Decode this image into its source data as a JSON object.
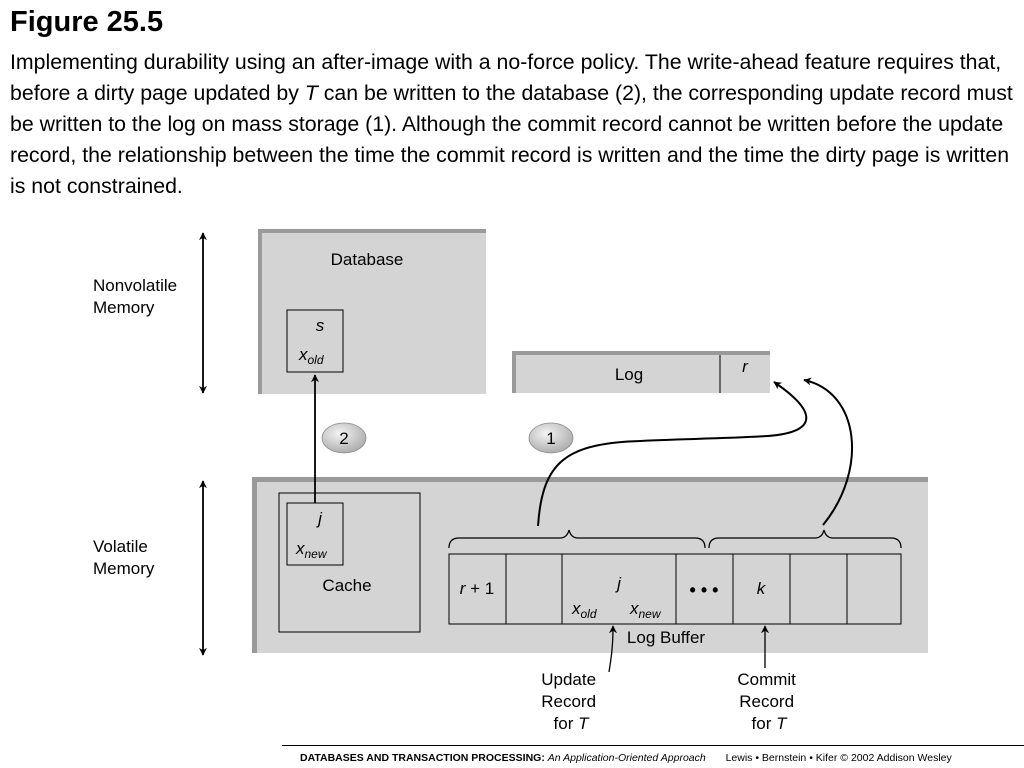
{
  "figure": {
    "title": "Figure 25.5",
    "caption": {
      "part1": "Implementing durability using an after-image with a no-force policy. The write-ahead feature requires that, before a dirty page updated by ",
      "var": "T",
      "part2": " can be written to the database (2), the corresponding update record must be written to the log on mass storage (1). Although the commit record cannot be written before the update record, the relationship between the time the commit record is written and the time the dirty page is written is not constrained."
    }
  },
  "diagram": {
    "nonvolatile_label": [
      "Nonvolatile",
      "Memory"
    ],
    "volatile_label": [
      "Volatile",
      "Memory"
    ],
    "database": {
      "label": "Database",
      "page_name": "s",
      "page_value": {
        "base": "x",
        "sub": "old"
      }
    },
    "log": {
      "label": "Log",
      "last_record": "r"
    },
    "steps": {
      "step1": "1",
      "step2": "2"
    },
    "cache": {
      "label": "Cache",
      "page_name": "j",
      "page_value": {
        "base": "x",
        "sub": "new"
      }
    },
    "log_buffer": {
      "label": "Log Buffer",
      "cell_r1": {
        "var": "r",
        "rest": " + 1"
      },
      "cell_j_name": "j",
      "cell_j_old": {
        "base": "x",
        "sub": "old"
      },
      "cell_j_new": {
        "base": "x",
        "sub": "new"
      },
      "dots": "• • •",
      "cell_k": "k"
    },
    "update_record_label": {
      "line1": "Update",
      "line2": "Record",
      "line3": "for ",
      "var": "T"
    },
    "commit_record_label": {
      "line1": "Commit",
      "line2": "Record",
      "line3": "for ",
      "var": "T"
    }
  },
  "footer": {
    "book_title": "DATABASES AND TRANSACTION PROCESSING:",
    "subtitle": "An Application-Oriented Approach",
    "authors": "Lewis • Bernstein • Kifer © 2002  Addison Wesley"
  }
}
